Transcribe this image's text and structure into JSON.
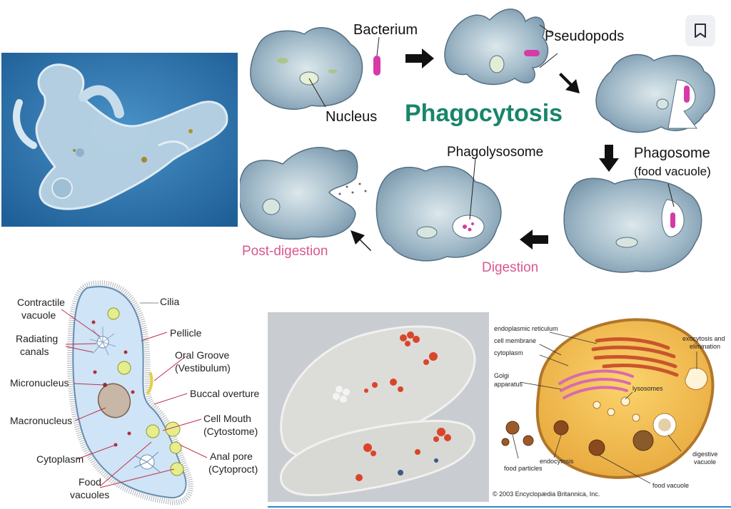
{
  "phagocytosis": {
    "title": "Phagocytosis",
    "bacterium": "Bacterium",
    "nucleus": "Nucleus",
    "pseudopods": "Pseudopods",
    "phagosome": "Phagosome",
    "food_vacuole": "(food vacuole)",
    "phagolysosome": "Phagolysosome",
    "digestion": "Digestion",
    "post_digestion": "Post-digestion"
  },
  "paramecium": {
    "cilia": "Cilia",
    "contractile_vacuole_1": "Contractile",
    "contractile_vacuole_2": "vacuole",
    "pellicle": "Pellicle",
    "radiating_canals_1": "Radiating",
    "radiating_canals_2": "canals",
    "oral_groove_1": "Oral Groove",
    "oral_groove_2": "(Vestibulum)",
    "micronucleus": "Micronucleus",
    "buccal_overture": "Buccal overture",
    "cell_mouth_1": "Cell Mouth",
    "cell_mouth_2": "(Cytostome)",
    "macronucleus": "Macronucleus",
    "anal_pore_1": "Anal pore",
    "anal_pore_2": "(Cytoproct)",
    "cytoplasm": "Cytoplasm",
    "food_vacuoles_1": "Food",
    "food_vacuoles_2": "vacuoles"
  },
  "britannica": {
    "endoplasmic_reticulum": "endoplasmic reticulum",
    "cell_membrane": "cell membrane",
    "cytoplasm": "cytoplasm",
    "golgi_1": "Golgi",
    "golgi_2": "apparatus",
    "lysosomes": "lysosomes",
    "exocytosis_1": "exocytosis and",
    "exocytosis_2": "elimination",
    "digestive_vacuole_1": "digestive",
    "digestive_vacuole_2": "vacuole",
    "endocytosis": "endocytosis",
    "food_particles": "food particles",
    "food_vacuole": "food vacuole",
    "copyright": "© 2003 Encyclopædia Britannica, Inc."
  },
  "colors": {
    "title_green": "#19856a",
    "label_pink": "#d9578f",
    "bookmark_bg": "#eef0f3",
    "accent_blue": "#1f8fc9"
  }
}
